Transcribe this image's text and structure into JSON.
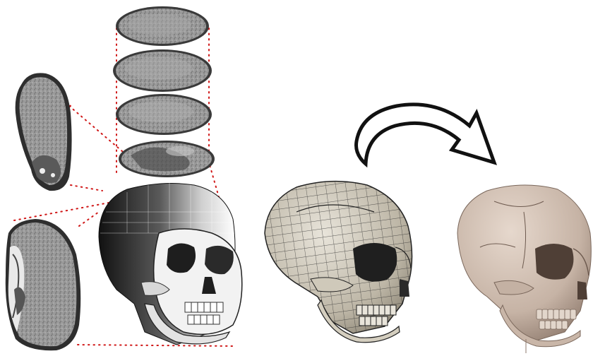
{
  "figure": {
    "stages": [
      {
        "name": "ct-slices"
      },
      {
        "name": "voxel-skull"
      },
      {
        "name": "wireframe-mesh-skull"
      },
      {
        "name": "smooth-rendered-skull"
      }
    ],
    "connector_style": "red dotted lines",
    "arrow_style": "curved outlined arrow",
    "colors": {
      "background": "#ffffff",
      "slice_gray": "#8f8f8f",
      "slice_dark": "#4a4a4a",
      "dotted_line": "#d01818",
      "mesh_bone": "#d9d4c7",
      "mesh_line": "#2a2a2a",
      "rendered_bone": "#cdbcae",
      "rendered_shadow": "#8e7a6d"
    }
  }
}
